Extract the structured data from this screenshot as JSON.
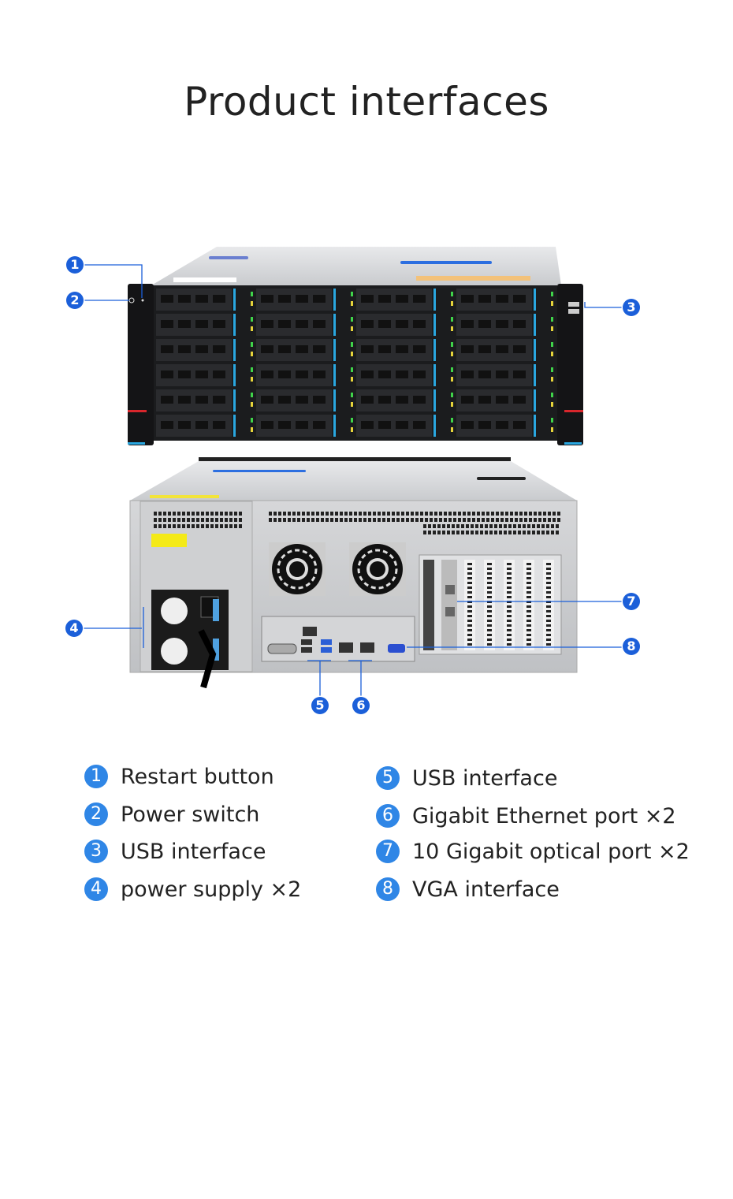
{
  "title": "Product interfaces",
  "colors": {
    "callout": "#1b5fd9",
    "legend_badge": "#2f86e6",
    "accent_stripe": "#2aa7e0",
    "ear_red": "#d8262c"
  },
  "legend": [
    {
      "num": "1",
      "label": "Restart button"
    },
    {
      "num": "2",
      "label": "Power switch"
    },
    {
      "num": "3",
      "label": "USB interface"
    },
    {
      "num": "4",
      "label": "power supply ×2"
    },
    {
      "num": "5",
      "label": "USB interface"
    },
    {
      "num": "6",
      "label": "Gigabit Ethernet port ×2"
    },
    {
      "num": "7",
      "label": "10 Gigabit optical port ×2"
    },
    {
      "num": "8",
      "label": "VGA interface"
    }
  ]
}
